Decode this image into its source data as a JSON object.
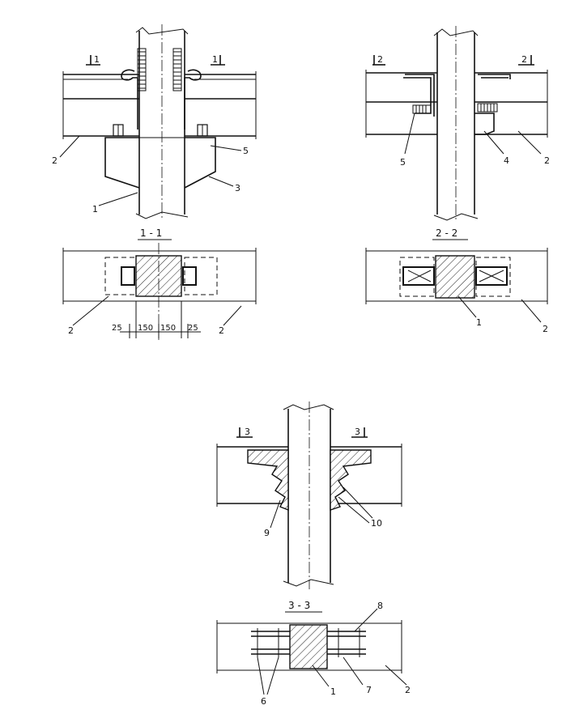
{
  "sections": [
    {
      "title": "1 - 1",
      "cut_left": "1",
      "cut_right": "1"
    },
    {
      "title": "2 - 2",
      "cut_left": "2",
      "cut_right": "2"
    },
    {
      "title": "3 - 3",
      "cut_left": "3",
      "cut_right": "3"
    }
  ],
  "dimensions": [
    "25",
    "150",
    "150",
    "25"
  ],
  "callouts": {
    "n1": "1",
    "n2": "2",
    "n3": "3",
    "n4": "4",
    "n5": "5",
    "n6": "6",
    "n7": "7",
    "n8": "8",
    "n9": "9",
    "n10": "10"
  }
}
